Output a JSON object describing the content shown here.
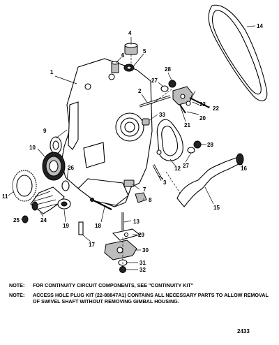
{
  "callouts": [
    "1",
    "2",
    "3",
    "4",
    "5",
    "6",
    "7",
    "8",
    "9",
    "10",
    "11",
    "12",
    "13",
    "14",
    "15",
    "16",
    "17",
    "18",
    "19",
    "20",
    "21",
    "22",
    "23",
    "24",
    "25",
    "26",
    "27",
    "27",
    "28",
    "28",
    "29",
    "30",
    "31",
    "32",
    "33"
  ],
  "notes": [
    {
      "label": "NOTE:",
      "text": "FOR CONTINUITY CIRCUIT COMPONENTS, SEE \"CONTINUITY KIT\""
    },
    {
      "label": "NOTE:",
      "text": "ACCESS HOLE PLUG KIT (22-88847A1) CONTAINS ALL NECESSARY PARTS TO ALLOW REMOVAL OF SWIVEL SHAFT WITHOUT REMOVING GIMBAL HOUSING."
    }
  ],
  "figure_number": "2433"
}
